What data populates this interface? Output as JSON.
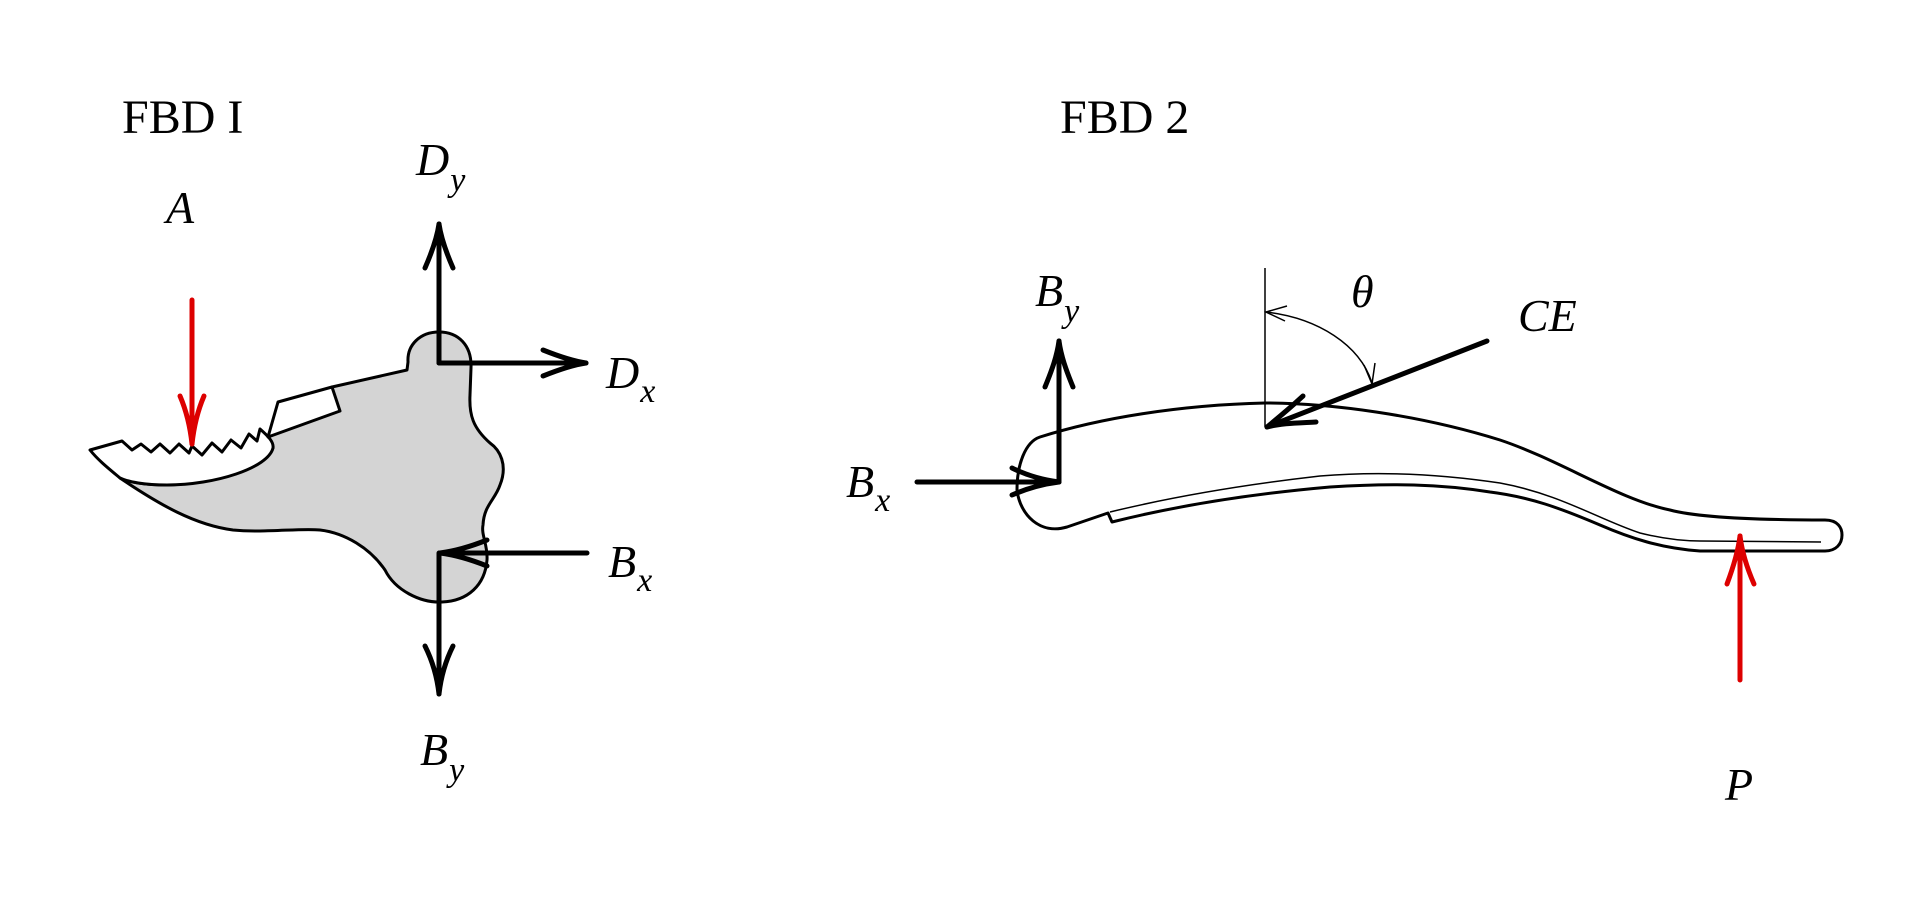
{
  "colors": {
    "applied_force": "#dd0000",
    "reaction_force": "#000000",
    "body_fill": "#d4d4d4",
    "background": "#ffffff"
  },
  "fbd1": {
    "title": "FBD I",
    "point_label": "A",
    "forces": {
      "Dy": {
        "main": "D",
        "sub": "y"
      },
      "Dx": {
        "main": "D",
        "sub": "x"
      },
      "Bx": {
        "main": "B",
        "sub": "x"
      },
      "By": {
        "main": "B",
        "sub": "y"
      }
    }
  },
  "fbd2": {
    "title": "FBD 2",
    "angle_label": "θ",
    "link_force_label": "CE",
    "applied_force_label": "P",
    "forces": {
      "By": {
        "main": "B",
        "sub": "y"
      },
      "Bx": {
        "main": "B",
        "sub": "x"
      }
    }
  }
}
